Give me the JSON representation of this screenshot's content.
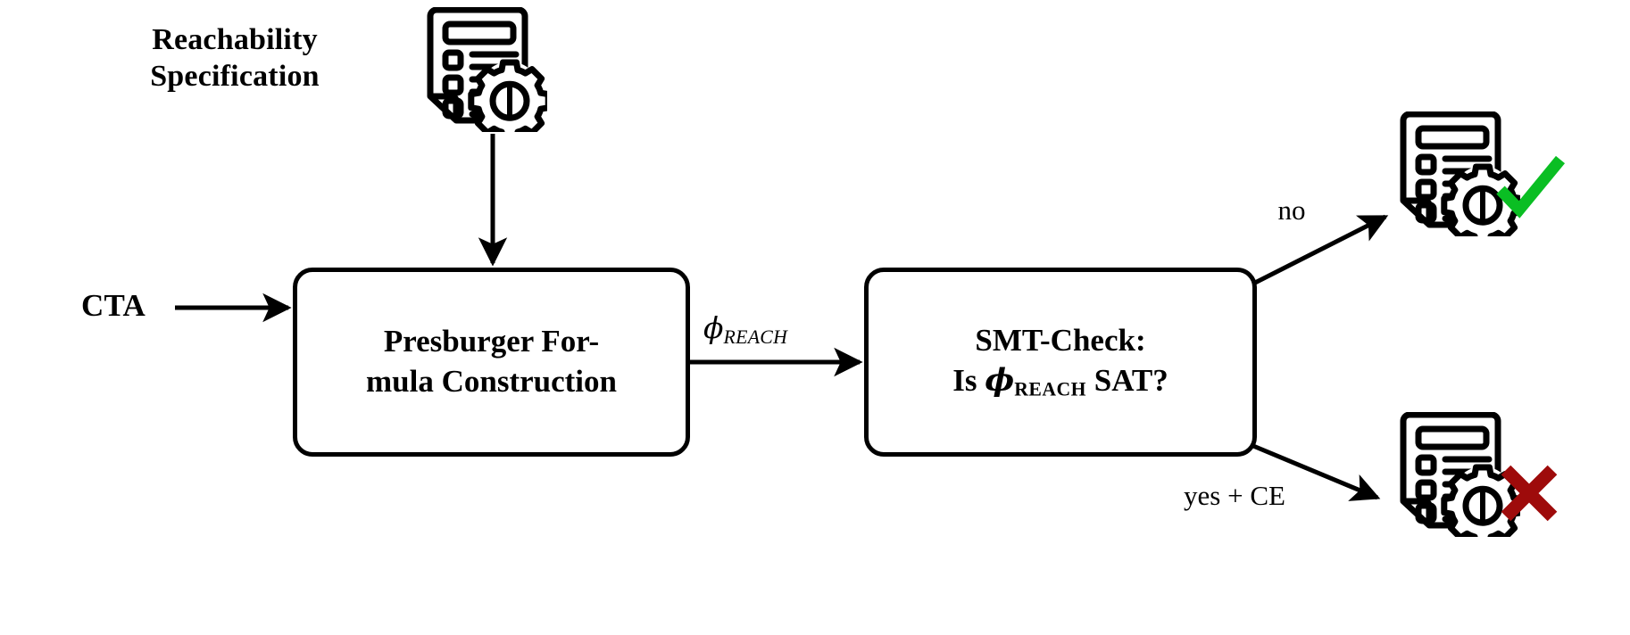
{
  "diagram": {
    "title": "Reachability verification workflow",
    "type": "flowchart",
    "background": "#ffffff",
    "stroke": "#000000"
  },
  "inputs": {
    "cta_label": "CTA",
    "spec_label": "Reachability\nSpecification",
    "spec_icon": "document-gear-icon"
  },
  "nodes": [
    {
      "id": "presburger",
      "lines": [
        "Presburger For-",
        "mula Construction"
      ]
    },
    {
      "id": "smtcheck",
      "lines": [
        "SMT-Check:",
        "Is ϕSAT?"
      ],
      "line1": "SMT-Check:",
      "line2_pre": "Is ",
      "line2_phi": "ϕ",
      "line2_sub": "REACH",
      "line2_post": " SAT?"
    }
  ],
  "edges": [
    {
      "id": "cta-to-presburger",
      "label": ""
    },
    {
      "id": "spec-to-presburger",
      "label": ""
    },
    {
      "id": "presburger-to-smt",
      "label_phi": "ϕ",
      "label_sub": "REACH"
    },
    {
      "id": "smt-to-unsat",
      "label": "no"
    },
    {
      "id": "smt-to-sat",
      "label": "yes + CE"
    }
  ],
  "outcomes": [
    {
      "id": "safe",
      "icon": "document-gear-icon",
      "mark": "check-mark",
      "mark_color": "#0abe23"
    },
    {
      "id": "unsafe",
      "icon": "document-gear-icon",
      "mark": "cross-mark",
      "mark_color": "#9e0b0b"
    }
  ]
}
